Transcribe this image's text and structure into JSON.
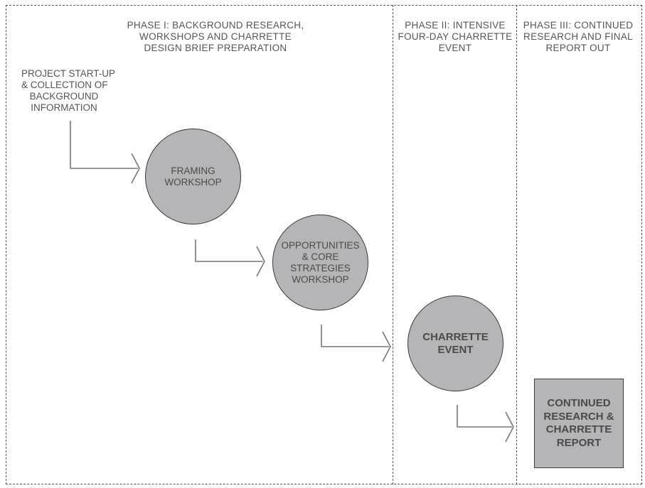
{
  "phases": [
    {
      "lines": [
        "PHASE I: BACKGROUND RESEARCH,",
        "WORKSHOPS AND CHARRETTE",
        "DESIGN BRIEF PREPARATION"
      ]
    },
    {
      "lines": [
        "PHASE II: INTENSIVE",
        "FOUR-DAY CHARRETTE",
        "EVENT"
      ]
    },
    {
      "lines": [
        "PHASE III: CONTINUED",
        "RESEARCH AND FINAL",
        "REPORT OUT"
      ]
    }
  ],
  "start": {
    "lines": [
      "PROJECT START-UP",
      "& COLLECTION OF",
      "BACKGROUND",
      "INFORMATION"
    ]
  },
  "nodes": {
    "framing": {
      "lines": [
        "FRAMING",
        "WORKSHOP"
      ]
    },
    "opportunities": {
      "lines": [
        "OPPORTUNITIES",
        "& CORE",
        "STRATEGIES",
        "WORKSHOP"
      ]
    },
    "charrette": {
      "lines": [
        "CHARRETTE",
        "EVENT"
      ]
    },
    "report": {
      "lines": [
        "CONTINUED",
        "RESEARCH &",
        "CHARRETTE",
        "REPORT"
      ]
    }
  },
  "colors": {
    "node_fill": "#b5b5b7",
    "line": "#777777",
    "text": "#555555"
  }
}
